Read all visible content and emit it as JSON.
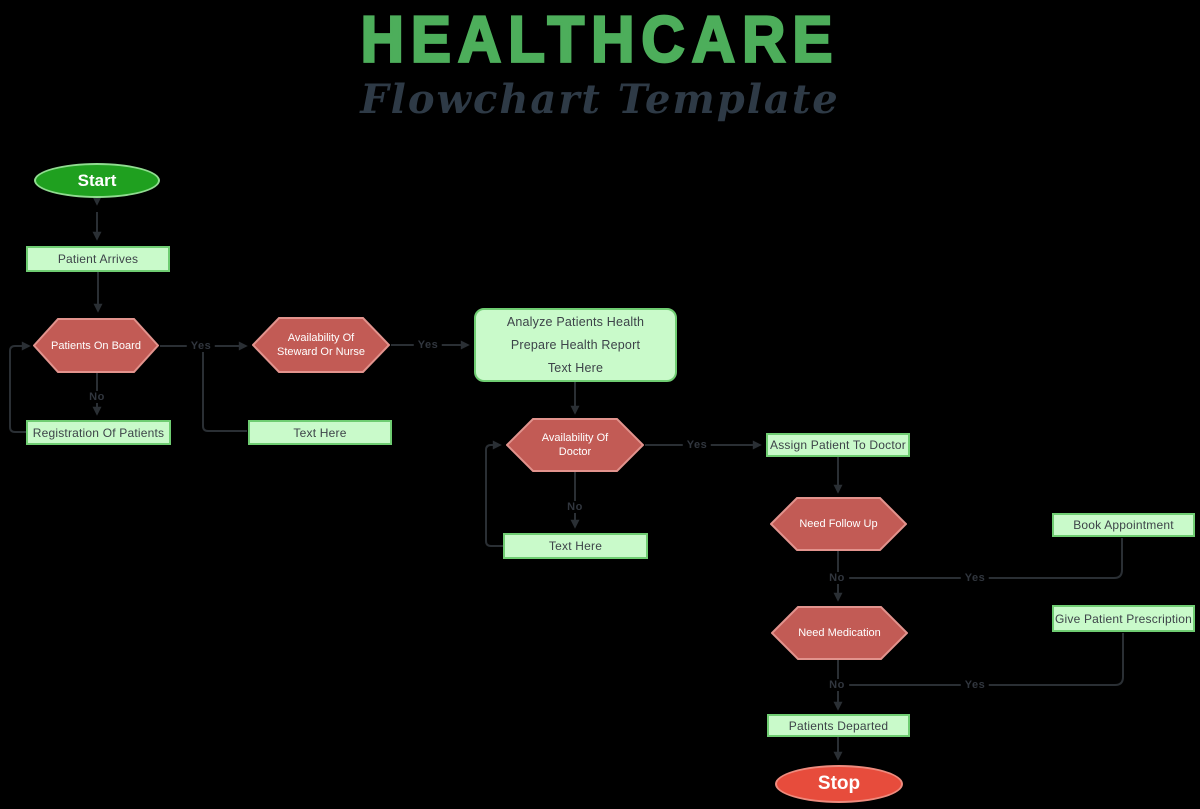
{
  "header": {
    "title": "HEALTHCARE",
    "subtitle": "Flowchart Template"
  },
  "colors": {
    "background": "#000000",
    "title-green": "#4DAE5B",
    "subtitle-ink": "#2E3A46",
    "process-fill": "#C9FACA",
    "process-border": "#6FCD72",
    "process-text": "#3D4349",
    "decision-fill": "#C25B55",
    "decision-border": "#E2938D",
    "decision-text": "#FFFFFF",
    "start-fill": "#1FA01F",
    "start-border": "#90DC90",
    "stop-fill": "#E74C3C",
    "stop-border": "#EE8B7E",
    "connector": "#2A2F34",
    "edge-label": "#31363E"
  },
  "nodes": {
    "start": {
      "label": "Start"
    },
    "patient_arrives": {
      "label": "Patient Arrives"
    },
    "patients_on_board": {
      "label": "Patients On Board"
    },
    "registration": {
      "label": "Registration Of Patients"
    },
    "steward": {
      "line1": "Availability Of",
      "line2": "Steward Or Nurse"
    },
    "text_here_1": {
      "label": "Text Here"
    },
    "analyze": {
      "line1": "Analyze Patients Health",
      "line2": "Prepare Health Report",
      "line3": "Text Here"
    },
    "doctor": {
      "line1": "Availability Of",
      "line2": "Doctor"
    },
    "text_here_2": {
      "label": "Text Here"
    },
    "assign": {
      "label": "Assign Patient To Doctor"
    },
    "follow_up": {
      "label": "Need Follow Up"
    },
    "book": {
      "label": "Book Appointment"
    },
    "medication": {
      "label": "Need Medication"
    },
    "prescription": {
      "label": "Give Patient Prescription"
    },
    "departed": {
      "label": "Patients Departed"
    },
    "stop": {
      "label": "Stop"
    }
  },
  "edge_labels": {
    "onboard_yes": "Yes",
    "onboard_no": "No",
    "steward_yes": "Yes",
    "doctor_yes": "Yes",
    "doctor_no": "No",
    "follow_up_no": "No",
    "follow_up_yes": "Yes",
    "medication_no": "No",
    "medication_yes": "Yes"
  }
}
